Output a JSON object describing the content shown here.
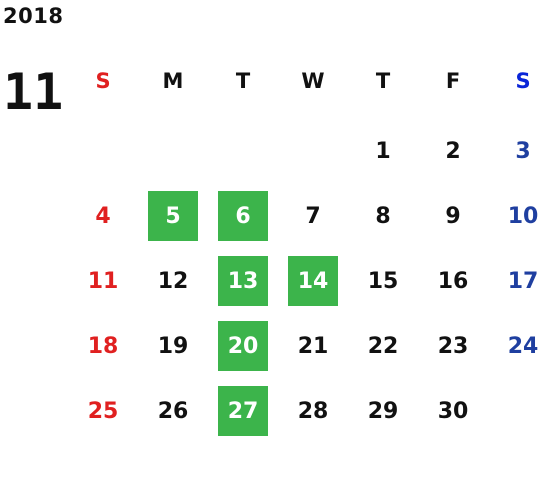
{
  "calendar": {
    "year": "2018",
    "month": "11",
    "weekday_headers": [
      "S",
      "M",
      "T",
      "W",
      "T",
      "F",
      "S"
    ],
    "weeks": [
      [
        "",
        "",
        "",
        "",
        "1",
        "2",
        "3"
      ],
      [
        "4",
        "5",
        "6",
        "7",
        "8",
        "9",
        "10"
      ],
      [
        "11",
        "12",
        "13",
        "14",
        "15",
        "16",
        "17"
      ],
      [
        "18",
        "19",
        "20",
        "21",
        "22",
        "23",
        "24"
      ],
      [
        "25",
        "26",
        "27",
        "28",
        "29",
        "30",
        ""
      ]
    ],
    "highlighted_days": [
      "5",
      "6",
      "13",
      "14",
      "20",
      "27"
    ],
    "colors": {
      "highlight_bg": "#3cb44b",
      "highlight_text": "#ffffff",
      "sunday": "#e02020",
      "saturday": "#1f3fa0",
      "saturday_header": "#0a25d8",
      "weekday": "#111111"
    }
  }
}
